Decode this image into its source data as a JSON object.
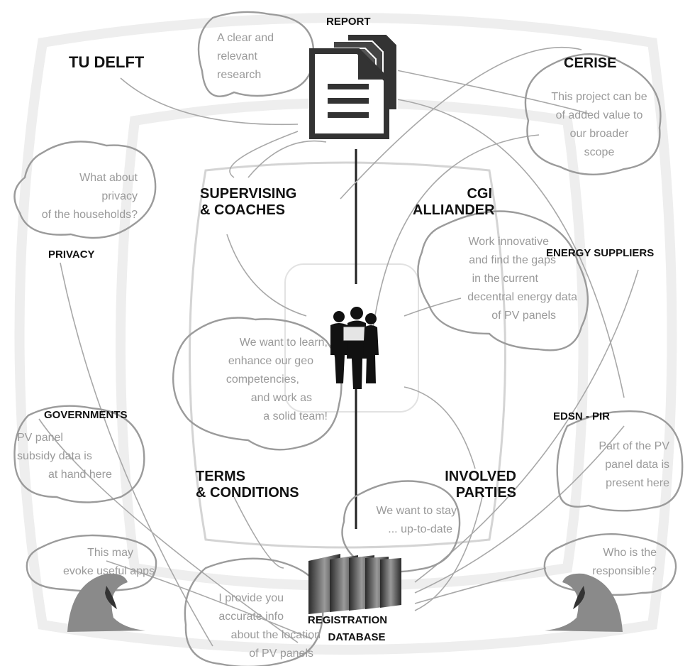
{
  "labels": {
    "report": "REPORT",
    "tu_delft": "TU DELFT",
    "cerise": "CERISE",
    "supervising": [
      "SUPERVISING",
      "& COACHES"
    ],
    "cgi": [
      "CGI",
      "ALLIANDER"
    ],
    "privacy": "PRIVACY",
    "energy_suppliers": "ENERGY SUPPLIERS",
    "governments": "GOVERNMENTS",
    "edsn": "EDSN - PIR",
    "terms": [
      "TERMS",
      "& CONDITIONS"
    ],
    "involved": [
      "INVOLVED",
      "PARTIES"
    ],
    "registration": [
      "REGISTRATION",
      "DATABASE"
    ]
  },
  "bubbles": {
    "tu_delft": [
      "A clear and",
      "relevant",
      "research"
    ],
    "cerise": [
      "This project can be",
      "of added value to",
      "our broader",
      "scope"
    ],
    "privacy": [
      "What about",
      "privacy",
      "of the households?"
    ],
    "cgi": [
      "Work innovative",
      "and find the gaps",
      "in the current",
      "decentral energy data",
      "of PV panels"
    ],
    "team": [
      "We want to learn,",
      "enhance our geo",
      "competencies,",
      "and work as",
      "a solid team!"
    ],
    "governments": [
      "PV panel",
      "subsidy data is",
      "at hand here"
    ],
    "edsn": [
      "Part of the PV",
      "panel data is",
      "present here"
    ],
    "involved": [
      "We want to stay",
      "... up-to-date"
    ],
    "apps": [
      "This may",
      "evoke useful apps"
    ],
    "responsible": [
      "Who is the",
      "responsible?"
    ],
    "registration": [
      "I provide you",
      "accurate info",
      "about the location",
      "of PV panels"
    ]
  }
}
